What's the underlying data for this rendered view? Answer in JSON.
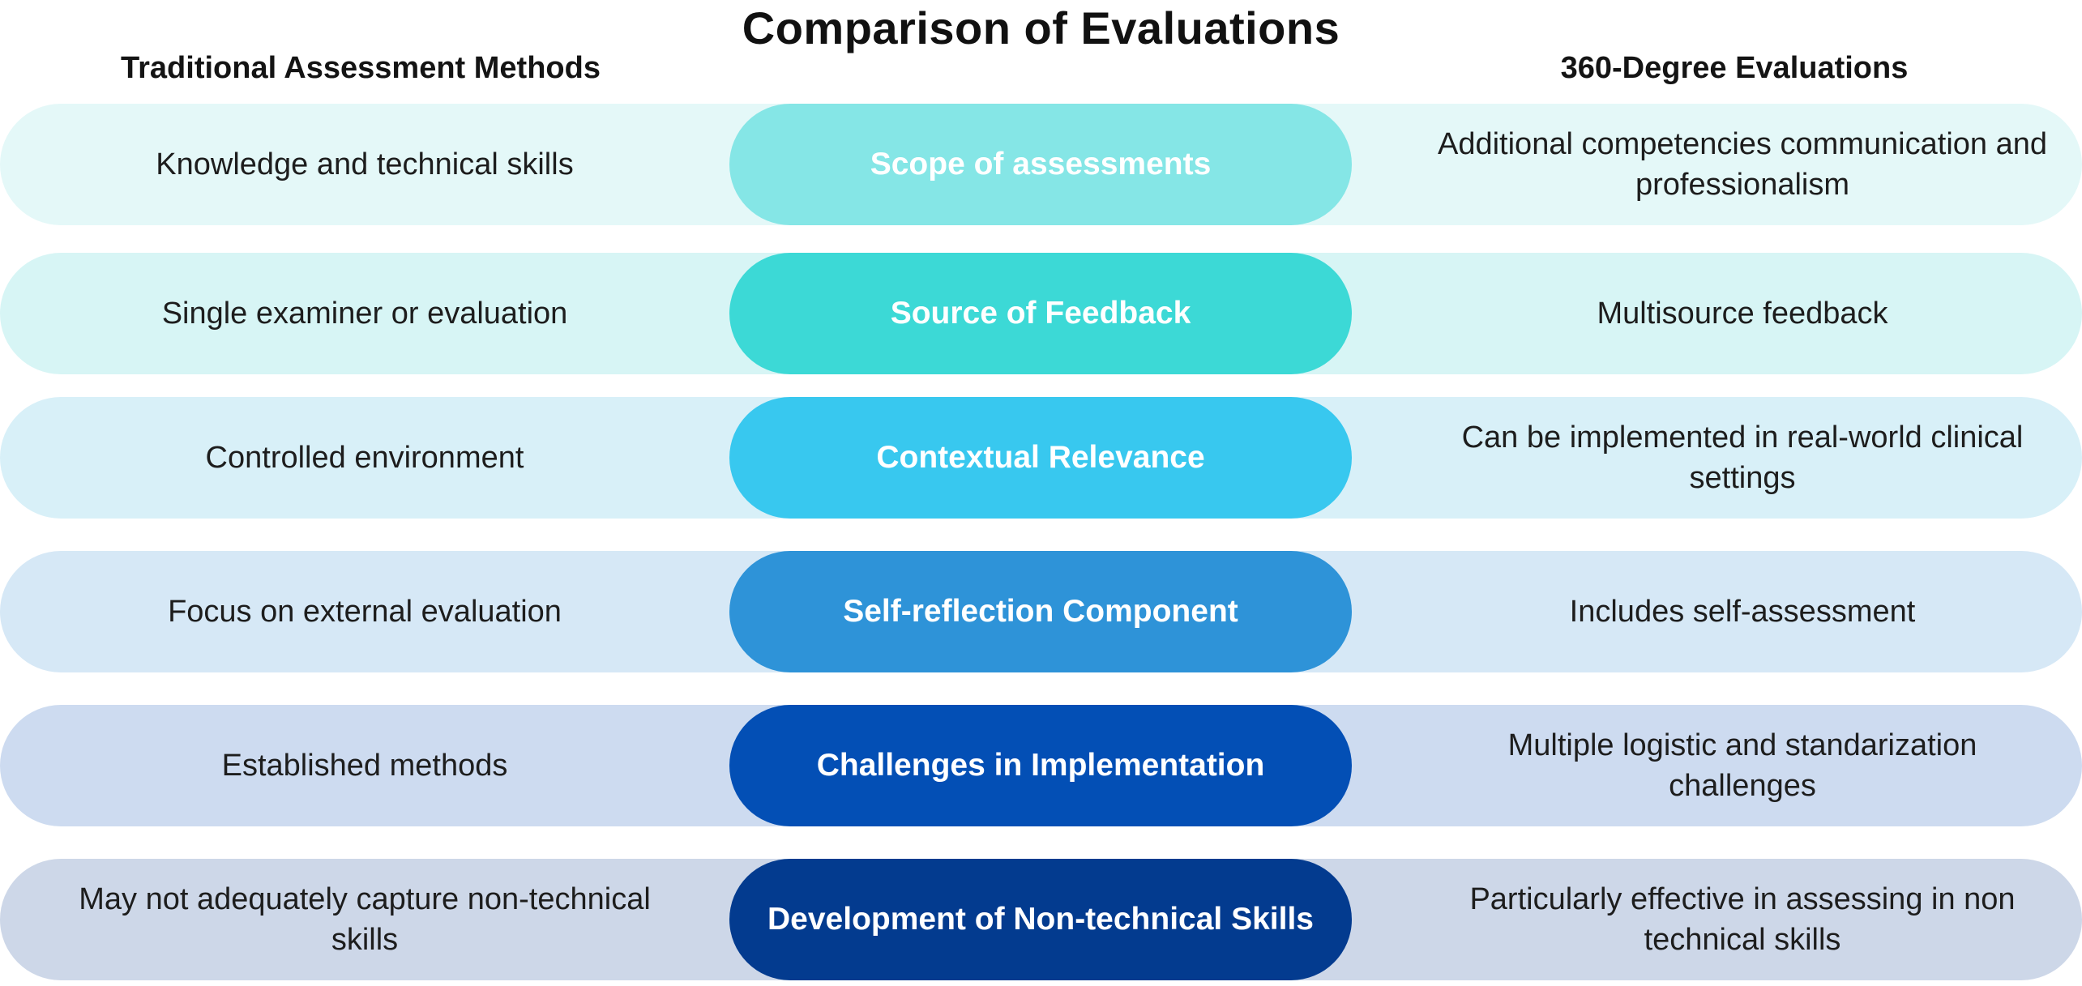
{
  "title": "Comparison of Evaluations",
  "headers": {
    "left": "Traditional Assessment Methods",
    "right": "360-Degree Evaluations"
  },
  "rows": [
    {
      "criterion": "Scope of assessments",
      "traditional": "Knowledge and technical skills",
      "evaluation360": "Additional competencies communication and professionalism",
      "band_color": "#e4f8f8",
      "pill_color": "#85e6e6"
    },
    {
      "criterion": "Source of Feedback",
      "traditional": "Single examiner or evaluation",
      "evaluation360": "Multisource feedback",
      "band_color": "#d7f5f5",
      "pill_color": "#3cd9d6"
    },
    {
      "criterion": "Contextual Relevance",
      "traditional": "Controlled environment",
      "evaluation360": "Can be implemented in real-world clinical settings",
      "band_color": "#d8f0f8",
      "pill_color": "#38c8ef"
    },
    {
      "criterion": "Self-reflection Component",
      "traditional": "Focus on external evaluation",
      "evaluation360": "Includes self-assessment",
      "band_color": "#d6e8f6",
      "pill_color": "#2e93d8"
    },
    {
      "criterion": "Challenges in Implementation",
      "traditional": "Established methods",
      "evaluation360": "Multiple logistic and standarization challenges",
      "band_color": "#cddbf0",
      "pill_color": "#034fb5"
    },
    {
      "criterion": "Development of Non-technical Skills",
      "traditional": "May not adequately capture non-technical skills",
      "evaluation360": "Particularly effective in assessing in non technical skills",
      "band_color": "#cdd7e8",
      "pill_color": "#033b8f"
    }
  ]
}
